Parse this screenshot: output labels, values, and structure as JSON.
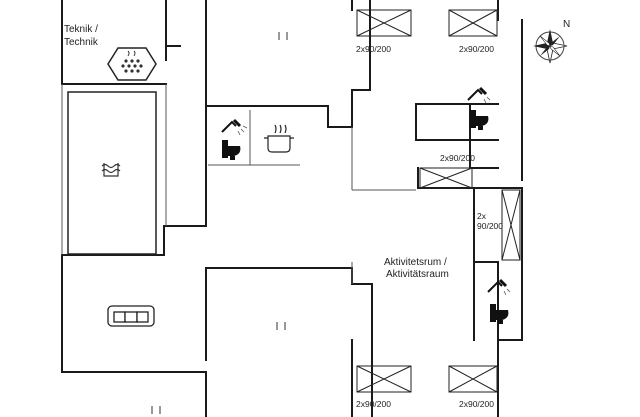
{
  "rooms": {
    "technical": "Teknik / Technik",
    "technical_line1": "Teknik /",
    "technical_line2": "Technik",
    "activity_line1": "Aktivitetsrum /",
    "activity_line2": "Aktivitätsraum"
  },
  "bed_labels": {
    "top_left": "2x90/200",
    "top_right": "2x90/200",
    "mid_right": "2x90/200",
    "side_line1": "2x",
    "side_line2": "90/200",
    "bottom_left": "2x90/200",
    "bottom_right": "2x90/200"
  },
  "compass": {
    "north": "N"
  },
  "icons": [
    "sauna-icon",
    "pool-icon",
    "shower-icon",
    "toilet-icon",
    "stove-pot-icon",
    "sofa-icon",
    "bed-icon",
    "compass-icon"
  ],
  "colors": {
    "wall": "#1a1a1a",
    "stroke": "#333333",
    "background": "#ffffff"
  }
}
